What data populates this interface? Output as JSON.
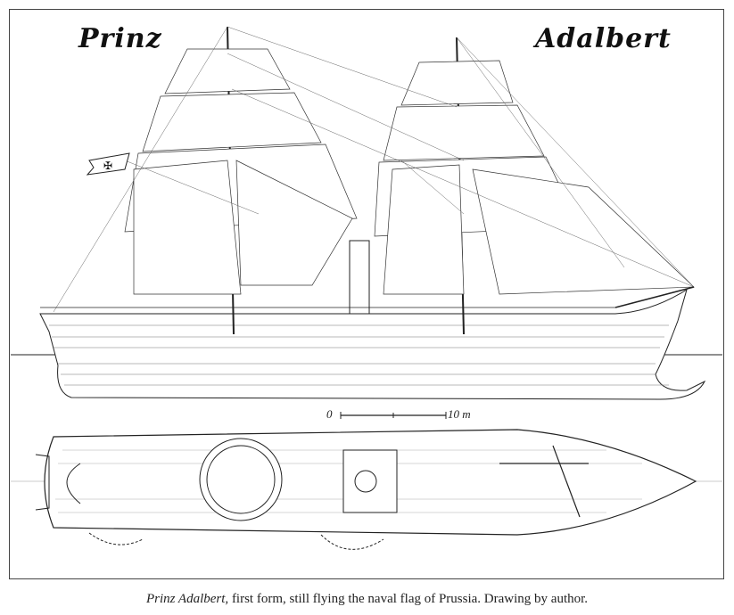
{
  "drawing": {
    "title_left": "Prinz",
    "title_right": "Adalbert",
    "scale_start": "0",
    "scale_end": "10 m"
  },
  "caption": {
    "ship_name": "Prinz Adalbert,",
    "text": " first form, still flying the naval flag of Prussia. Drawing by author."
  }
}
